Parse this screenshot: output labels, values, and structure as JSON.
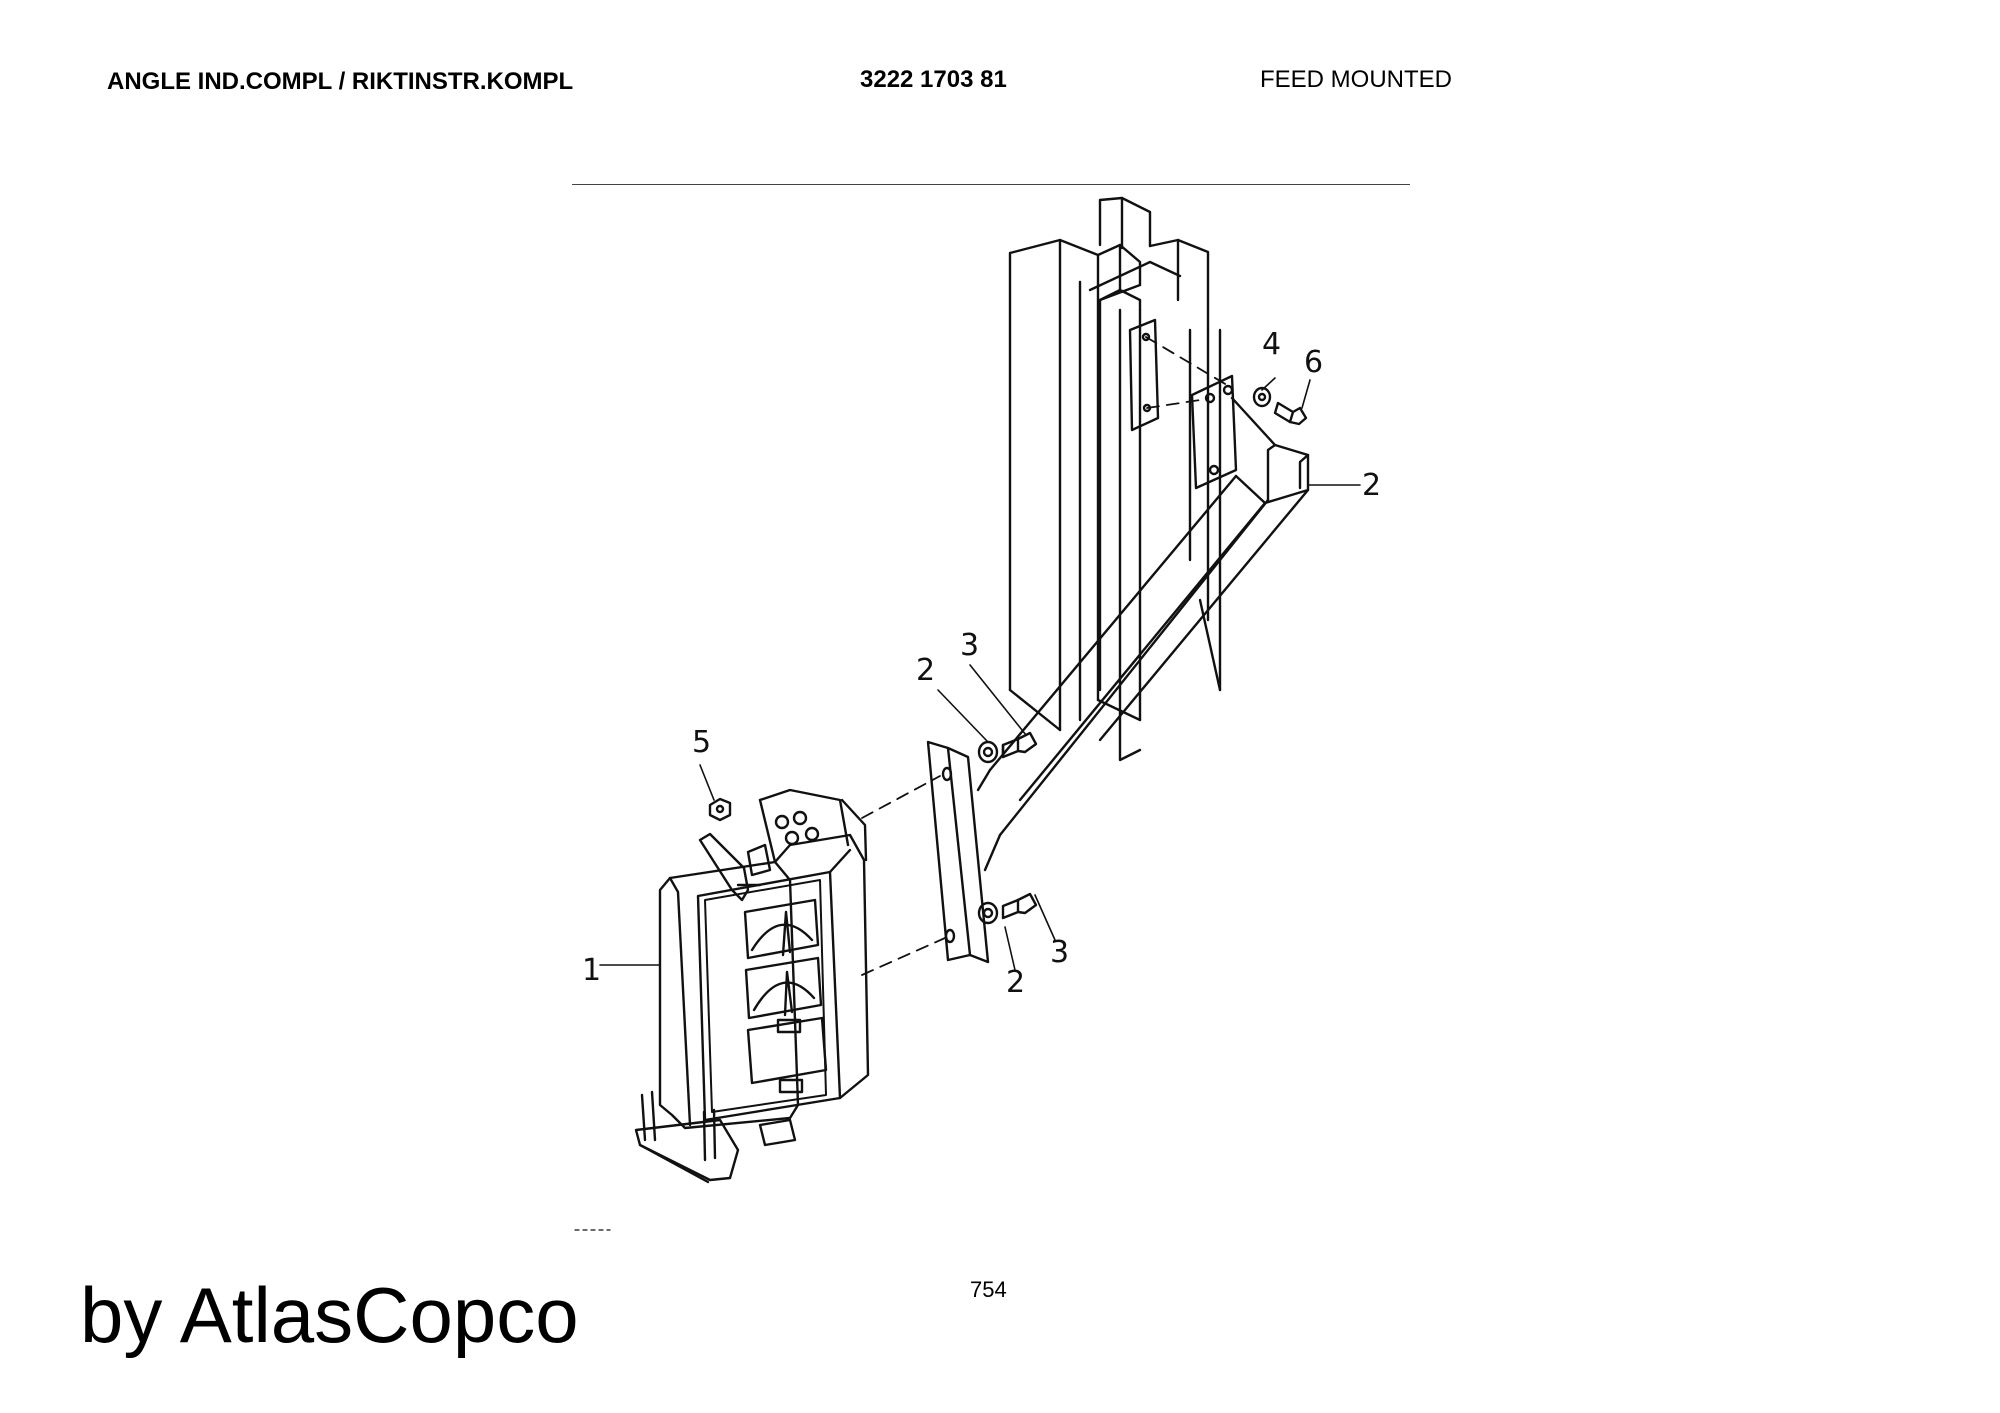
{
  "header": {
    "title": "ANGLE IND.COMPL / RIKTINSTR.KOMPL",
    "part_number": "3222 1703 81",
    "description": "FEED MOUNTED"
  },
  "callouts": {
    "c1": "1",
    "c2_top": "2",
    "c2_mid": "2",
    "c2_low": "2",
    "c3_mid": "3",
    "c3_low": "3",
    "c4": "4",
    "c5": "5",
    "c6": "6"
  },
  "footer": {
    "page_number": "754",
    "brand": "by AtlasCopco"
  }
}
